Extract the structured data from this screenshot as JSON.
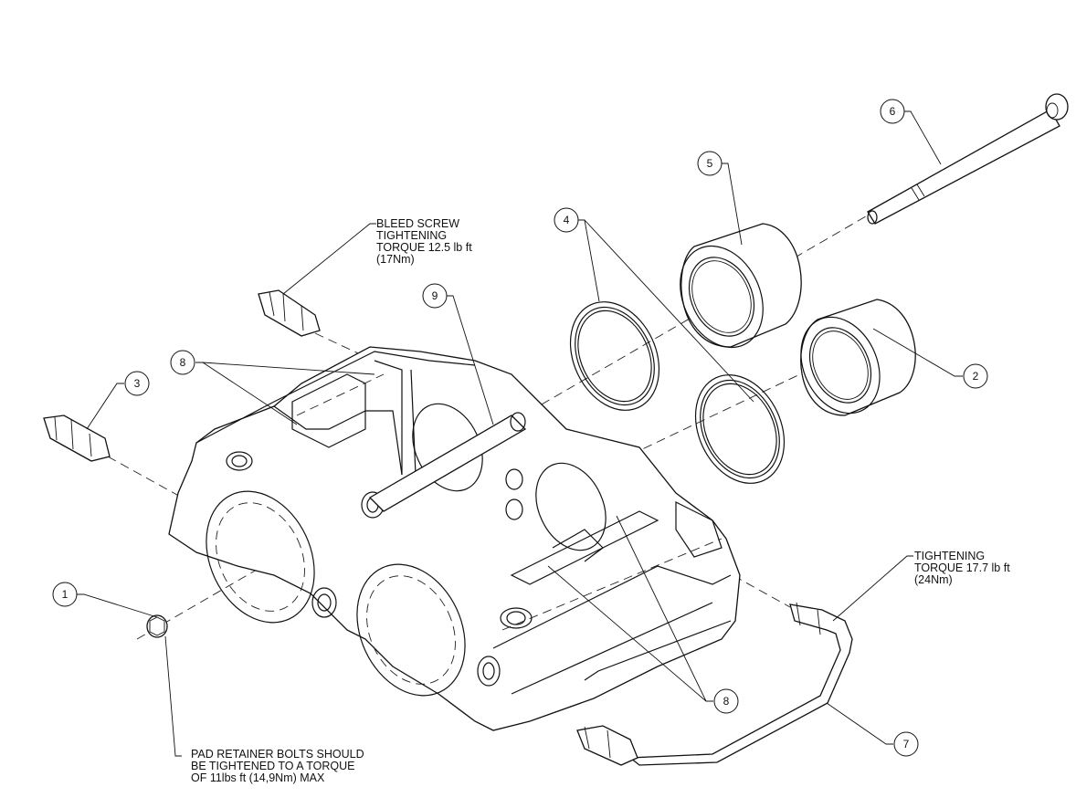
{
  "drawing": {
    "title": "Brake caliper exploded assembly",
    "balloons": [
      {
        "id": "balloon-1",
        "label": "1",
        "part": "pad retainer bolt"
      },
      {
        "id": "balloon-2",
        "label": "2",
        "part": "piston (outer)"
      },
      {
        "id": "balloon-3",
        "label": "3",
        "part": "bleed screw (left)"
      },
      {
        "id": "balloon-4",
        "label": "4",
        "part": "piston seals"
      },
      {
        "id": "balloon-5",
        "label": "5",
        "part": "piston (inner)"
      },
      {
        "id": "balloon-6",
        "label": "6",
        "part": "through bolt"
      },
      {
        "id": "balloon-7",
        "label": "7",
        "part": "bridge pipe"
      },
      {
        "id": "balloon-8a",
        "label": "8",
        "part": "pad abutments (top)"
      },
      {
        "id": "balloon-8b",
        "label": "8",
        "part": "pad abutments (bottom)"
      },
      {
        "id": "balloon-9",
        "label": "9",
        "part": "pad retaining pin"
      }
    ],
    "notes": {
      "bleed_screw": "BLEED SCREW\nTIGHTENING\nTORQUE 12.5 lb ft\n(17Nm)",
      "bridge_pipe": "TIGHTENING\nTORQUE 17.7 lb ft\n(24Nm)",
      "pad_retainer": "PAD RETAINER BOLTS SHOULD\nBE TIGHTENED TO A TORQUE\nOF 11lbs ft (14,9Nm) MAX"
    }
  }
}
